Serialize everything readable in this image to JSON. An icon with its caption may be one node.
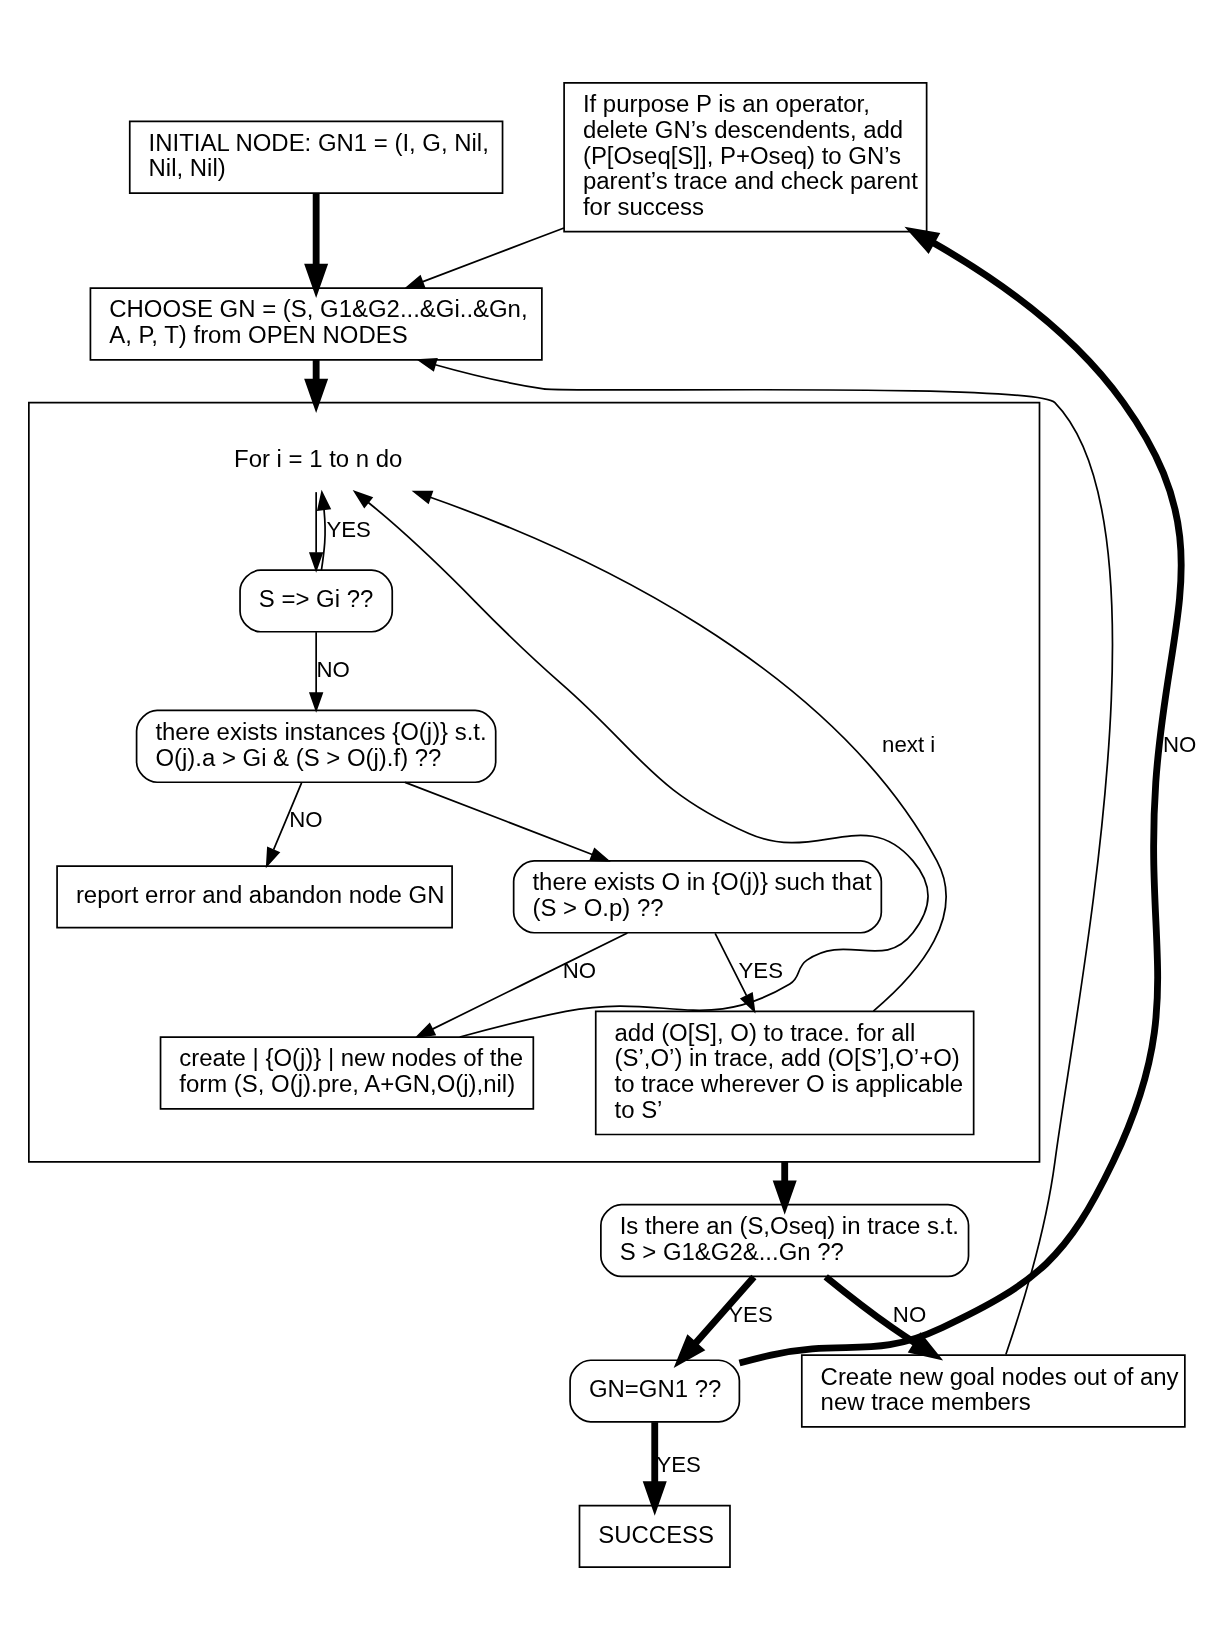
{
  "diagram": {
    "nodes": [
      {
        "text": [
          "INITIAL NODE: GN1 = (I, G, Nil, Nil, Nil)"
        ]
      },
      {
        "text": [
          "CHOOSE GN = (S, G1&G2...&Gi..&Gn, A, P, T) from OPEN NODES"
        ]
      },
      {
        "text": [],
        "shape": "box"
      },
      {
        "text": [
          "For i = 1 to n do"
        ],
        "in": 2
      },
      {
        "text": [
          "S => Gi ??"
        ],
        "in": 2
      },
      {
        "text": [
          "there exists instances {O(j)} s.t. O(j).a > Gi & (S > O(j).f) ??"
        ],
        "in": 2
      },
      {
        "text": [
          "report error and abandon node GN"
        ],
        "in": 2
      },
      {
        "text": [
          "there exists O in {O(j)} such that (S > O.p) ??"
        ],
        "in": 2
      },
      {
        "text": [
          "create | {O(j)} | new nodes of the form (S, O(j).pre, A+GN,O(j),nil)"
        ],
        "in": 2
      },
      {
        "text": [
          "add (O[S], O) to trace. for all (S’,O’) in trace, add (O[S’],O’+O) to trace wherever O is applicable to S’"
        ],
        "in": 2
      },
      {
        "text": [
          "Is there an (S,Oseq) in trace s.t. S > G1&G2&...Gn ??"
        ]
      },
      {
        "text": [
          "If purpose P is an operator, delete GN’s descendents, add (P[Oseq[S]], P+Oseq) to GN’s parent’s trace and check parent for success"
        ]
      },
      {
        "text": [
          "GN=GN1 ??"
        ]
      },
      {
        "text": [
          "Create new goal nodes out of any new trace members"
        ]
      },
      {
        "text": [
          "SUCCESS"
        ]
      }
    ],
    "edges": [
      {
        "from": 0,
        "to": 1,
        "arrow": "to",
        "style": "thick"
      },
      {
        "from": 1,
        "to": 2,
        "arrow": "to",
        "style": "thick"
      },
      {
        "from": 3,
        "to": 4,
        "arrow": "to"
      },
      {
        "from": 4,
        "to": 5,
        "arrow": "to",
        "label": "NO"
      },
      {
        "from": 4,
        "to": 3,
        "arrow": "to",
        "label": "YES"
      },
      {
        "from": 5,
        "to": 6,
        "arrow": "to",
        "label": "NO"
      },
      {
        "from": 5,
        "to": 7,
        "arrow": "to"
      },
      {
        "from": 7,
        "to": 8,
        "arrow": "to",
        "label": "NO"
      },
      {
        "from": 7,
        "to": 9,
        "arrow": "to",
        "label": "YES"
      },
      {
        "from": 8,
        "to": 3,
        "arrow": "to"
      },
      {
        "from": 9,
        "to": 3,
        "arrow": "to",
        "label": "next i"
      },
      {
        "from": 2,
        "to": 10,
        "arrow": "to",
        "style": "thick"
      },
      {
        "from": 10,
        "to": 13,
        "arrow": "to",
        "style": "thick",
        "label": "NO"
      },
      {
        "from": 10,
        "to": 12,
        "arrow": "to",
        "style": "thick",
        "label": "YES"
      },
      {
        "from": 12,
        "to": 11,
        "arrow": "to",
        "style": "thick",
        "label": "NO"
      },
      {
        "from": 12,
        "to": 14,
        "arrow": "to",
        "style": "thick",
        "label": "YES"
      },
      {
        "from": 13,
        "to": 1,
        "arrow": "to"
      },
      {
        "from": 11,
        "to": 1,
        "arrow": "to"
      }
    ]
  }
}
